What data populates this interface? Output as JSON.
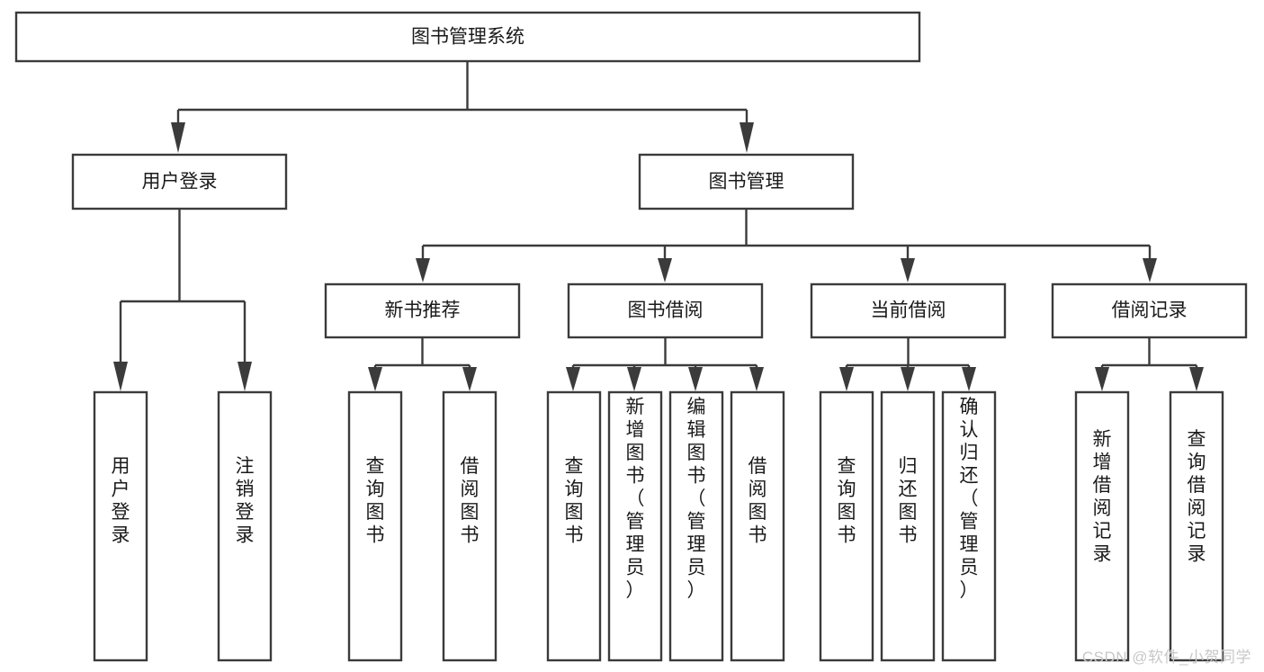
{
  "diagram": {
    "type": "tree-hierarchy",
    "title": "图书管理系统",
    "watermark": "CSDN @软件_小贺同学",
    "colors": {
      "stroke": "#3b3b3b",
      "box_fill": "#ffffff",
      "text": "#1a1a1a",
      "background": "#ffffff",
      "watermark": "#c8c8c8"
    },
    "levels": [
      {
        "level": 1,
        "nodes": [
          {
            "id": "root",
            "label": "图书管理系统",
            "orientation": "horizontal"
          }
        ]
      },
      {
        "level": 2,
        "nodes": [
          {
            "id": "user-login",
            "label": "用户登录",
            "orientation": "horizontal",
            "parent": "root"
          },
          {
            "id": "book-mgmt",
            "label": "图书管理",
            "orientation": "horizontal",
            "parent": "root"
          }
        ]
      },
      {
        "level": 3,
        "nodes": [
          {
            "id": "new-book-rec",
            "label": "新书推荐",
            "orientation": "horizontal",
            "parent": "book-mgmt"
          },
          {
            "id": "book-borrow",
            "label": "图书借阅",
            "orientation": "horizontal",
            "parent": "book-mgmt"
          },
          {
            "id": "current-borrow",
            "label": "当前借阅",
            "orientation": "horizontal",
            "parent": "book-mgmt"
          },
          {
            "id": "borrow-record",
            "label": "借阅记录",
            "orientation": "horizontal",
            "parent": "book-mgmt"
          }
        ]
      },
      {
        "level": 4,
        "nodes": [
          {
            "id": "leaf-1",
            "label": "用户登录",
            "orientation": "vertical",
            "parent": "user-login"
          },
          {
            "id": "leaf-2",
            "label": "注销登录",
            "orientation": "vertical",
            "parent": "user-login"
          },
          {
            "id": "leaf-3",
            "label": "查询图书",
            "orientation": "vertical",
            "parent": "new-book-rec"
          },
          {
            "id": "leaf-4",
            "label": "借阅图书",
            "orientation": "vertical",
            "parent": "new-book-rec"
          },
          {
            "id": "leaf-5",
            "label": "查询图书",
            "orientation": "vertical",
            "parent": "book-borrow"
          },
          {
            "id": "leaf-6",
            "label": "新增图书（管理员）",
            "orientation": "vertical",
            "parent": "book-borrow"
          },
          {
            "id": "leaf-7",
            "label": "编辑图书（管理员）",
            "orientation": "vertical",
            "parent": "book-borrow"
          },
          {
            "id": "leaf-8",
            "label": "借阅图书",
            "orientation": "vertical",
            "parent": "book-borrow"
          },
          {
            "id": "leaf-9",
            "label": "查询图书",
            "orientation": "vertical",
            "parent": "current-borrow"
          },
          {
            "id": "leaf-10",
            "label": "归还图书",
            "orientation": "vertical",
            "parent": "current-borrow"
          },
          {
            "id": "leaf-11",
            "label": "确认归还（管理员）",
            "orientation": "vertical",
            "parent": "current-borrow"
          },
          {
            "id": "leaf-12",
            "label": "新增借阅记录",
            "orientation": "vertical",
            "parent": "borrow-record"
          },
          {
            "id": "leaf-13",
            "label": "查询借阅记录",
            "orientation": "vertical",
            "parent": "borrow-record"
          }
        ]
      }
    ]
  }
}
